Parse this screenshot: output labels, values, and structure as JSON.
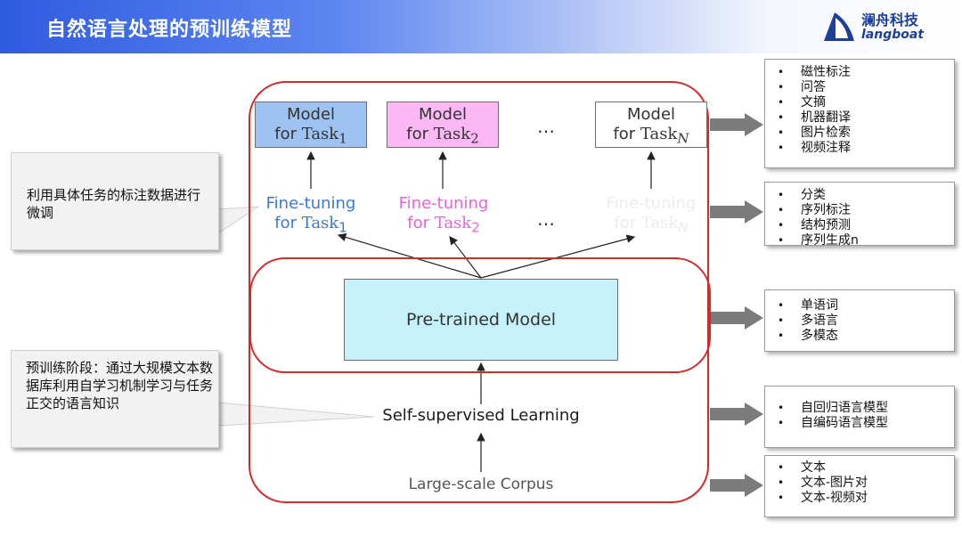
{
  "header": {
    "title": "自然语言处理的预训练模型",
    "logo_cn": "澜舟科技",
    "logo_en": "langboat"
  },
  "task_models": [
    {
      "line1": "Model",
      "line2_prefix": "for ",
      "task": "Task",
      "sub": "1"
    },
    {
      "line1": "Model",
      "line2_prefix": "for ",
      "task": "Task",
      "sub": "2"
    },
    {
      "line1": "Model",
      "line2_prefix": "for ",
      "task": "Task",
      "sub": "N"
    }
  ],
  "ellipsis": "…",
  "fine_tuning": [
    {
      "line1": "Fine-tuning",
      "line2_prefix": "for ",
      "task": "Task",
      "sub": "1"
    },
    {
      "line1": "Fine-tuning",
      "line2_prefix": "for ",
      "task": "Task",
      "sub": "2"
    },
    {
      "line1": "Fine-tuning",
      "line2_prefix": "for ",
      "task": "Task",
      "sub": "N"
    }
  ],
  "pretrained_model": "Pre-trained Model",
  "self_supervised": "Self-supervised Learning",
  "corpus": "Large-scale Corpus",
  "callouts": {
    "finetune": "利用具体任务的标注数据进行微调",
    "pretrain": "预训练阶段：通过大规模文本数据库利用自学习机制学习与任务正交的语言知识"
  },
  "right_boxes": [
    {
      "items": [
        "磁性标注",
        "问答",
        "文摘",
        "机器翻译",
        "图片检索",
        "视频注释"
      ]
    },
    {
      "items": [
        "分类",
        "序列标注",
        "结构预测",
        "序列生成n"
      ]
    },
    {
      "items": [
        "单语词",
        "多语言",
        "多模态"
      ]
    },
    {
      "items": [
        "自回归语言模型",
        "自编码语言模型"
      ]
    },
    {
      "items": [
        "文本",
        "文本-图片对",
        "文本-视频对"
      ]
    }
  ],
  "colors": {
    "frame_red": "#d42a2a",
    "task1_fill": "#9ec3f2",
    "task2_fill": "#fbb8f4",
    "task1_text": "#3a78d8",
    "task2_text": "#e864d6",
    "pretrained_fill": "#c6f1fb",
    "header_blue": "#2f5be0"
  }
}
